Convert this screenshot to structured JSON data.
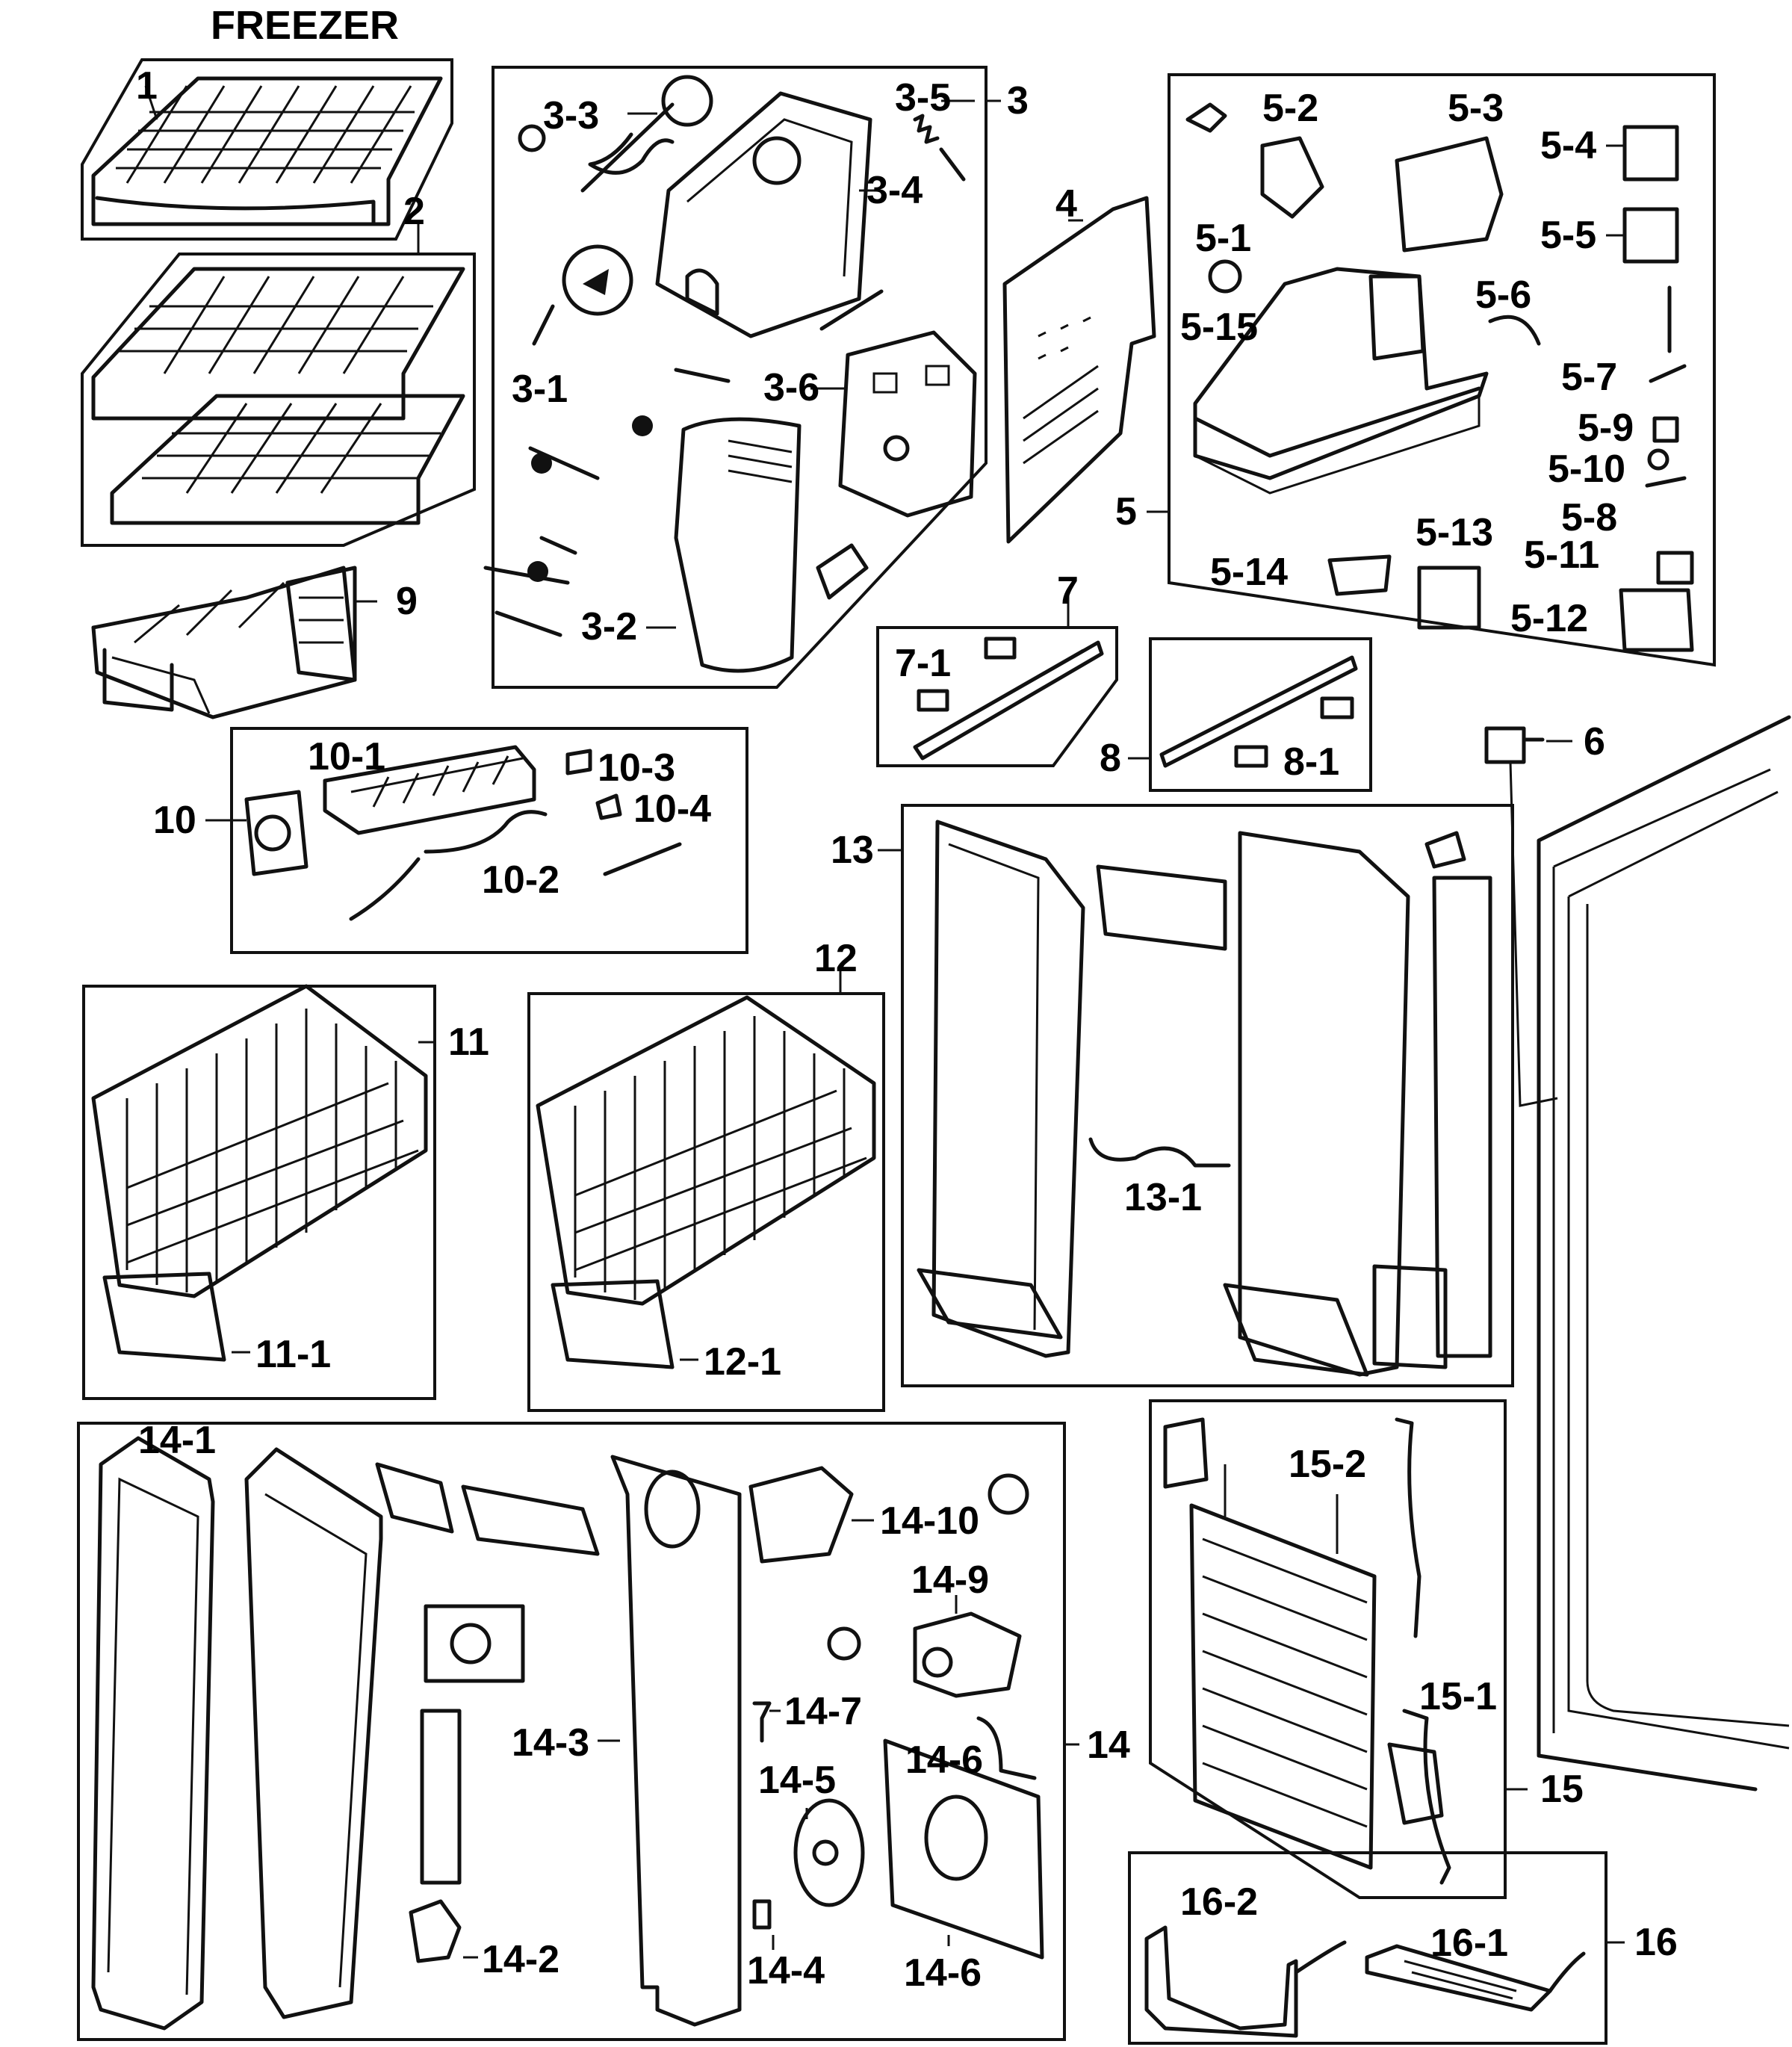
{
  "title": "FREEZER",
  "labels": {
    "p1": "1",
    "p2": "2",
    "p3": "3",
    "p3_1": "3-1",
    "p3_2": "3-2",
    "p3_3": "3-3",
    "p3_4": "3-4",
    "p3_5": "3-5",
    "p3_6": "3-6",
    "p4": "4",
    "p5": "5",
    "p5_1": "5-1",
    "p5_2": "5-2",
    "p5_3": "5-3",
    "p5_4": "5-4",
    "p5_5": "5-5",
    "p5_6": "5-6",
    "p5_7": "5-7",
    "p5_8": "5-8",
    "p5_9": "5-9",
    "p5_10": "5-10",
    "p5_11": "5-11",
    "p5_12": "5-12",
    "p5_13": "5-13",
    "p5_14": "5-14",
    "p5_15": "5-15",
    "p6": "6",
    "p7": "7",
    "p7_1": "7-1",
    "p8": "8",
    "p8_1": "8-1",
    "p9": "9",
    "p10": "10",
    "p10_1": "10-1",
    "p10_2": "10-2",
    "p10_3": "10-3",
    "p10_4": "10-4",
    "p11": "11",
    "p11_1": "11-1",
    "p12": "12",
    "p12_1": "12-1",
    "p13": "13",
    "p13_1": "13-1",
    "p14": "14",
    "p14_1": "14-1",
    "p14_2": "14-2",
    "p14_3": "14-3",
    "p14_4": "14-4",
    "p14_5": "14-5",
    "p14_6a": "14-6",
    "p14_6b": "14-6",
    "p14_7": "14-7",
    "p14_9": "14-9",
    "p14_10": "14-10",
    "p15": "15",
    "p15_1": "15-1",
    "p15_2": "15-2",
    "p16": "16",
    "p16_1": "16-1",
    "p16_2": "16-2"
  }
}
